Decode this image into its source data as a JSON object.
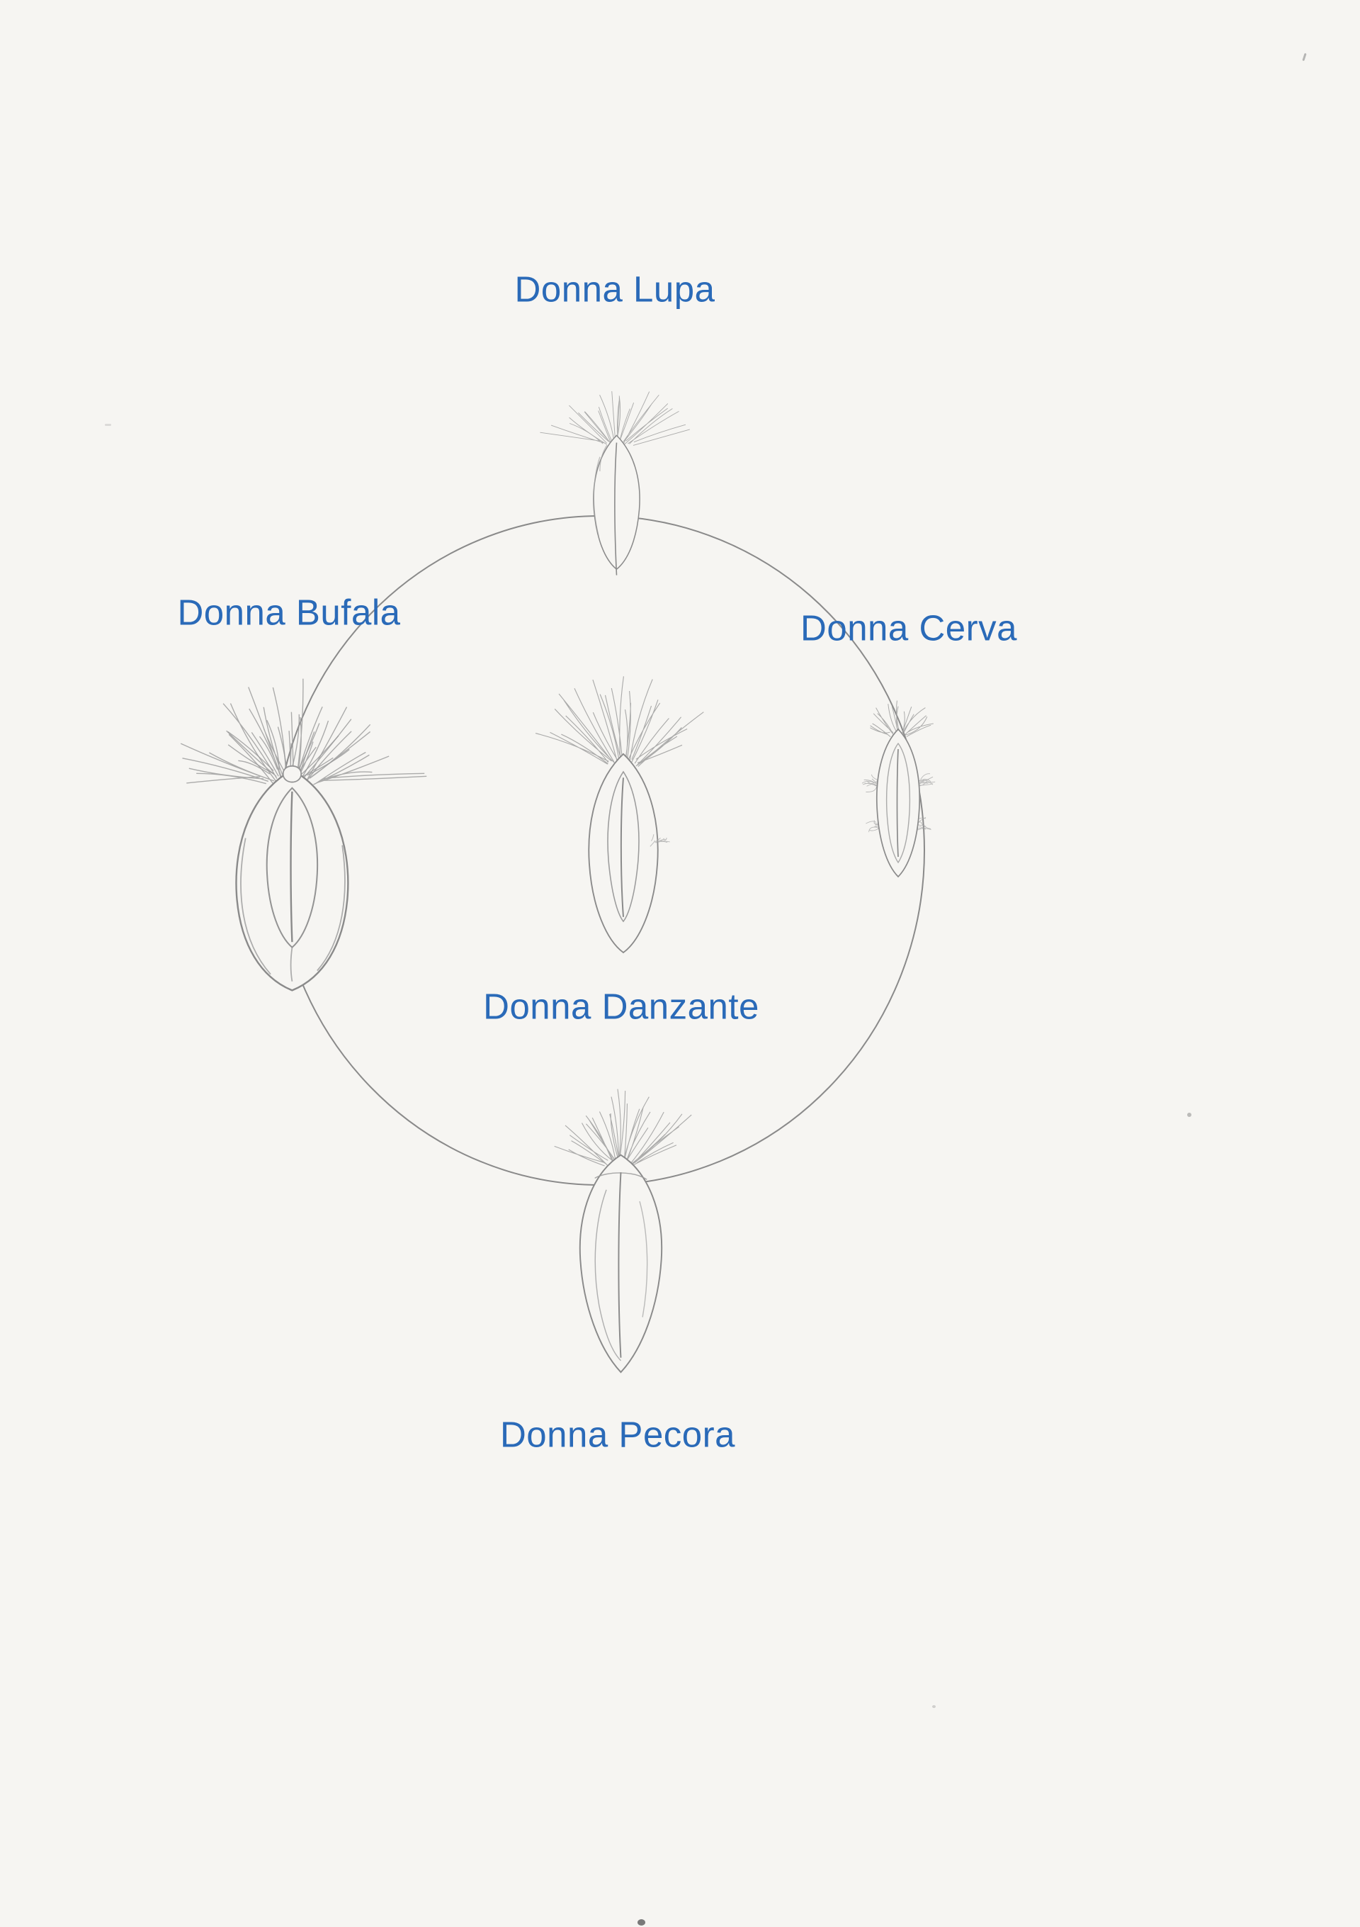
{
  "document": {
    "type": "hand-drawn cycle diagram on scanned paper",
    "background_color": "#f6f5f2",
    "label_color": "#2a6ab8",
    "sketch_stroke_color": "#8a8a8a"
  },
  "diagram": {
    "nodes": [
      {
        "id": "donna-lupa",
        "label": "Donna Lupa",
        "position": "top"
      },
      {
        "id": "donna-bufala",
        "label": "Donna Bufala",
        "position": "left"
      },
      {
        "id": "donna-cerva",
        "label": "Donna Cerva",
        "position": "right"
      },
      {
        "id": "donna-danzante",
        "label": "Donna Danzante",
        "position": "center"
      },
      {
        "id": "donna-pecora",
        "label": "Donna Pecora",
        "position": "bottom"
      }
    ]
  }
}
